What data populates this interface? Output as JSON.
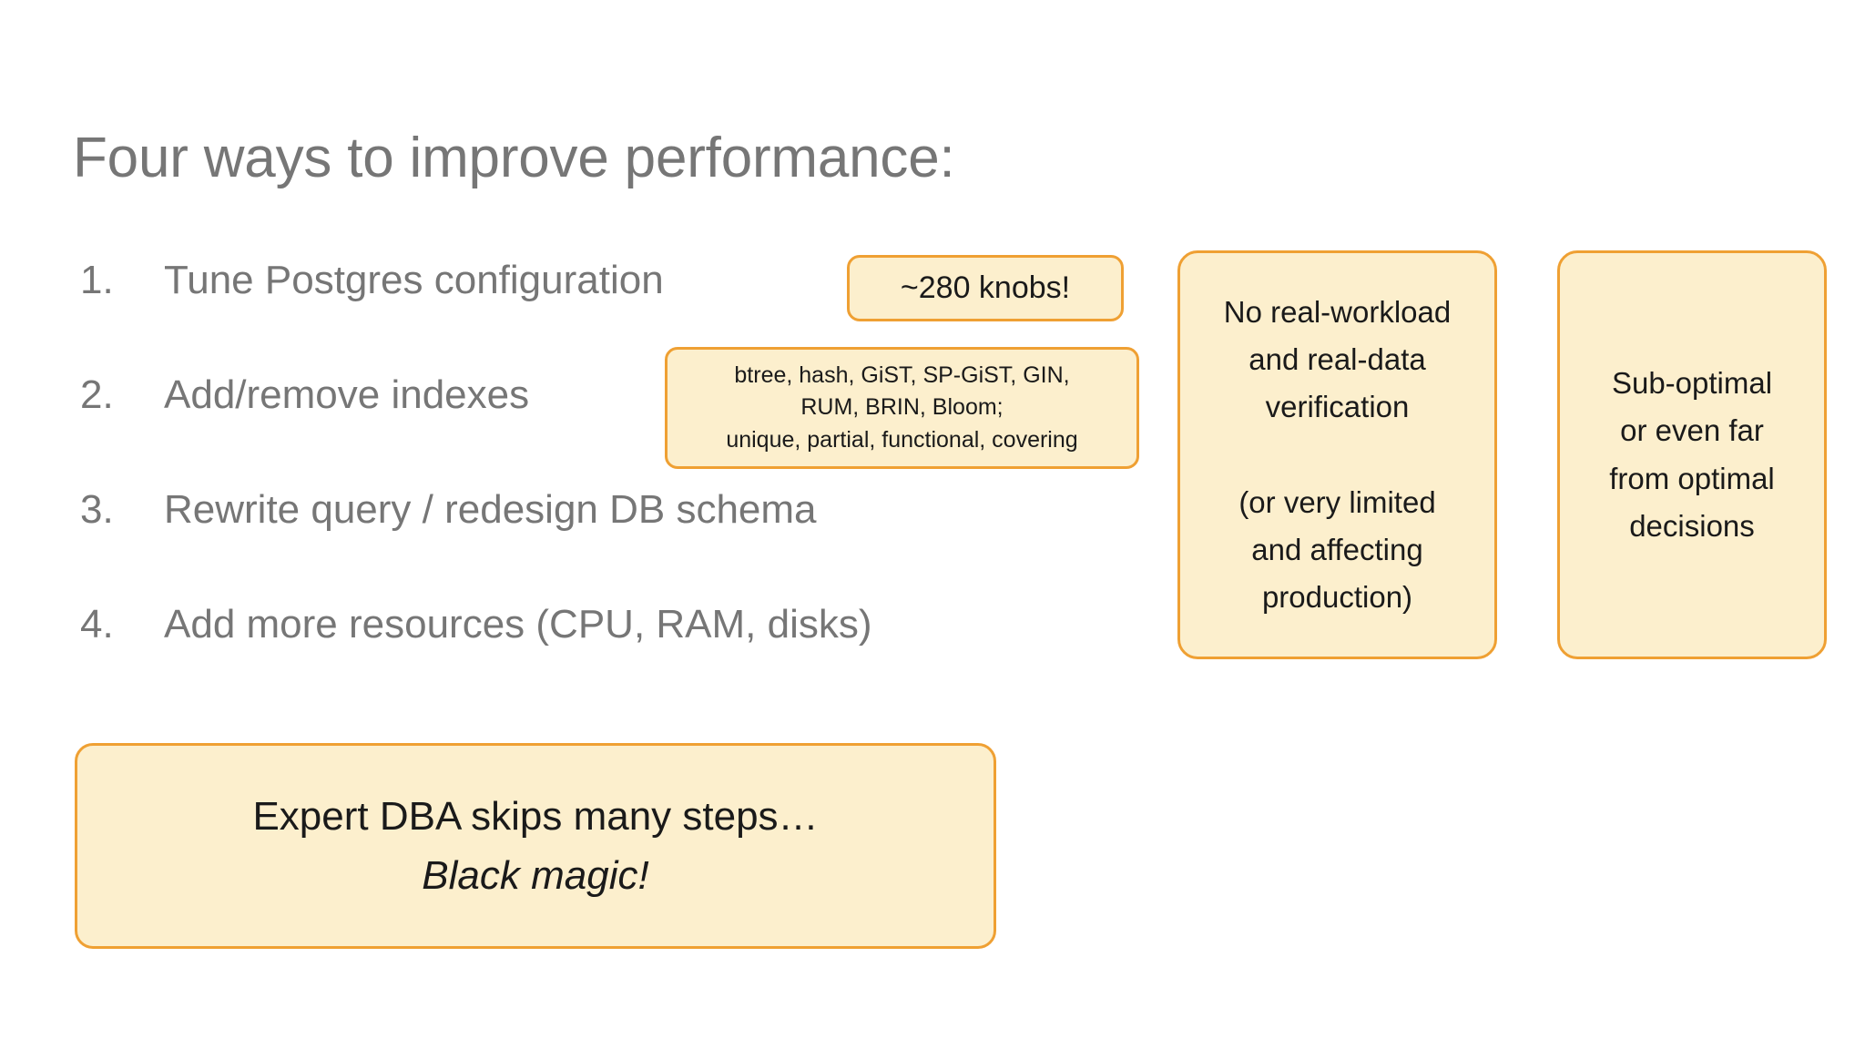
{
  "slide": {
    "title": "Four ways to improve performance:",
    "background_color": "#ffffff",
    "text_color": "#767676",
    "callout_fill_color": "#FCEFCD",
    "callout_border_color": "#EFA033",
    "callout_text_color": "#1a1a1a"
  },
  "steps": [
    {
      "number": "1.",
      "text": "Tune Postgres configuration"
    },
    {
      "number": "2.",
      "text": "Add/remove indexes"
    },
    {
      "number": "3.",
      "text": "Rewrite query / redesign DB schema"
    },
    {
      "number": "4.",
      "text": "Add more resources (CPU, RAM, disks)"
    }
  ],
  "callouts": {
    "knobs": {
      "lines": [
        "~280 knobs!"
      ]
    },
    "index_types": {
      "lines": [
        "btree, hash, GiST, SP-GiST, GIN,",
        "RUM, BRIN, Bloom;",
        "unique, partial, functional, covering"
      ]
    },
    "verification": {
      "lines_top": [
        "No real-workload",
        "and real-data",
        "verification"
      ],
      "lines_bottom": [
        "(or very limited",
        "and affecting",
        "production)"
      ]
    },
    "suboptimal": {
      "lines": [
        "Sub-optimal",
        "or even far",
        "from optimal",
        "decisions"
      ]
    },
    "black_magic": {
      "line_1": "Expert DBA skips many steps…",
      "line_2": "Black magic!"
    }
  }
}
